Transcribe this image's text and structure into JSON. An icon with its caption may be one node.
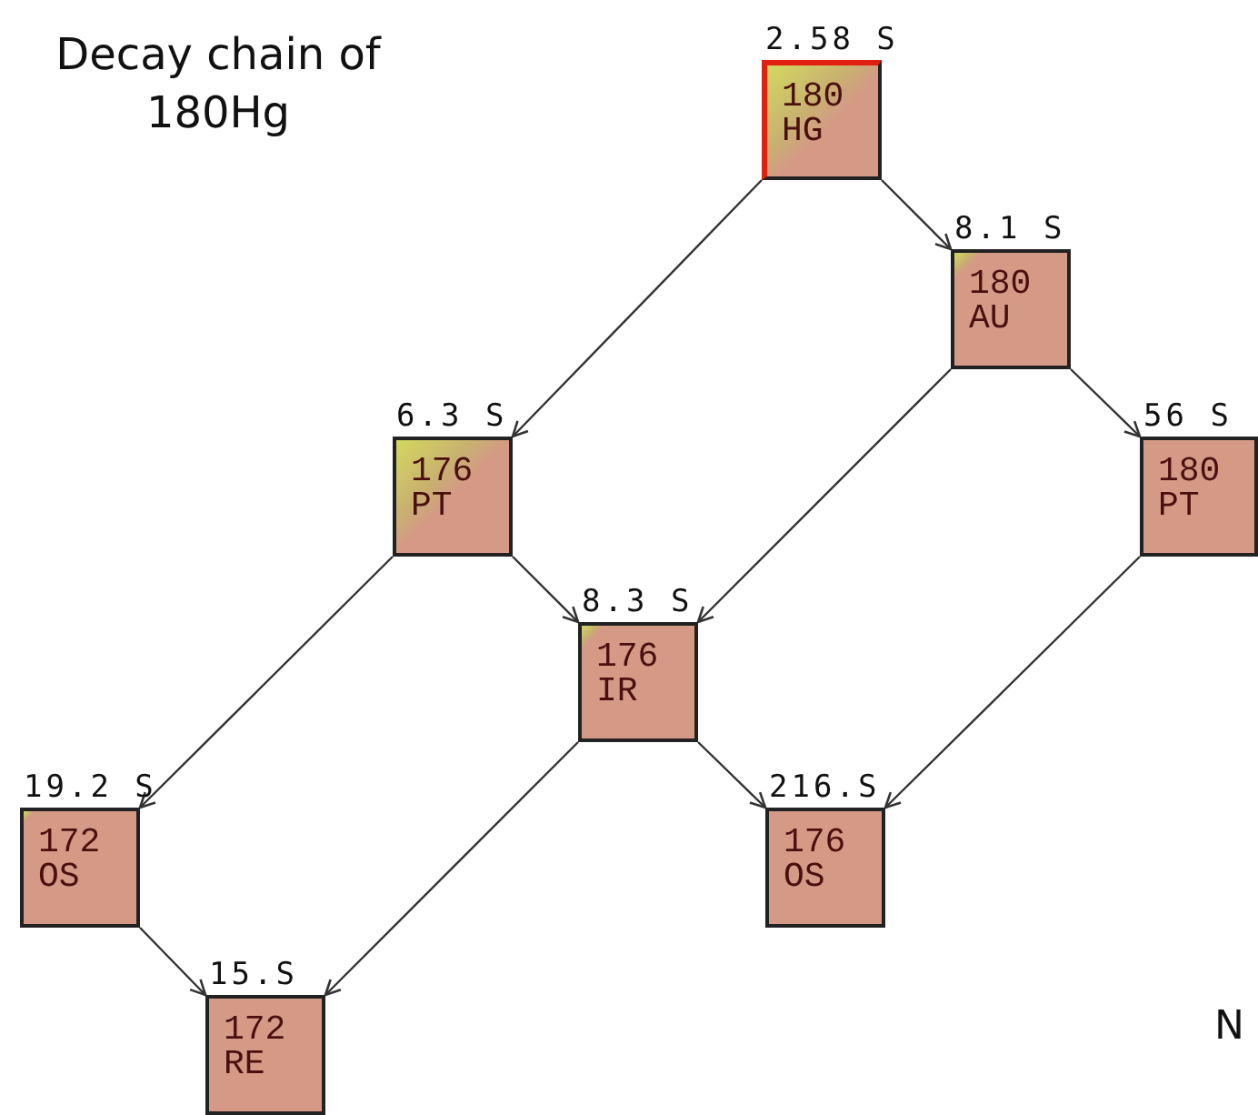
{
  "diagram": {
    "title": "Decay chain of 180Hg",
    "nodes": [
      {
        "text": [
          "180 HG"
        ],
        "beside": [
          "2.58 S"
        ]
      },
      {
        "text": [
          "180 AU"
        ],
        "beside": [
          "8.1 S"
        ]
      },
      {
        "text": [
          "176 PT"
        ],
        "beside": [
          "6.3 S"
        ]
      },
      {
        "text": [
          "180 PT"
        ],
        "beside": [
          "56 S"
        ]
      },
      {
        "text": [
          "176 IR"
        ],
        "beside": [
          "8.3 S"
        ]
      },
      {
        "text": [
          "172 OS"
        ],
        "beside": [
          "19.2 S"
        ]
      },
      {
        "text": [
          "176 OS"
        ],
        "beside": [
          "216.S"
        ]
      },
      {
        "text": [
          "172 RE"
        ],
        "beside": [
          "15.S"
        ]
      }
    ],
    "edges": [
      {
        "from": 0,
        "to": 1,
        "arrow": "to"
      },
      {
        "from": 0,
        "to": 2,
        "arrow": "to"
      },
      {
        "from": 1,
        "to": 3,
        "arrow": "to"
      },
      {
        "from": 1,
        "to": 4,
        "arrow": "to"
      },
      {
        "from": 2,
        "to": 4,
        "arrow": "to"
      },
      {
        "from": 2,
        "to": 5,
        "arrow": "to"
      },
      {
        "from": 3,
        "to": 6,
        "arrow": "to"
      },
      {
        "from": 4,
        "to": 6,
        "arrow": "to"
      },
      {
        "from": 4,
        "to": 7,
        "arrow": "to"
      },
      {
        "from": 5,
        "to": 7,
        "arrow": "to"
      }
    ],
    "labels": [
      "N"
    ]
  }
}
